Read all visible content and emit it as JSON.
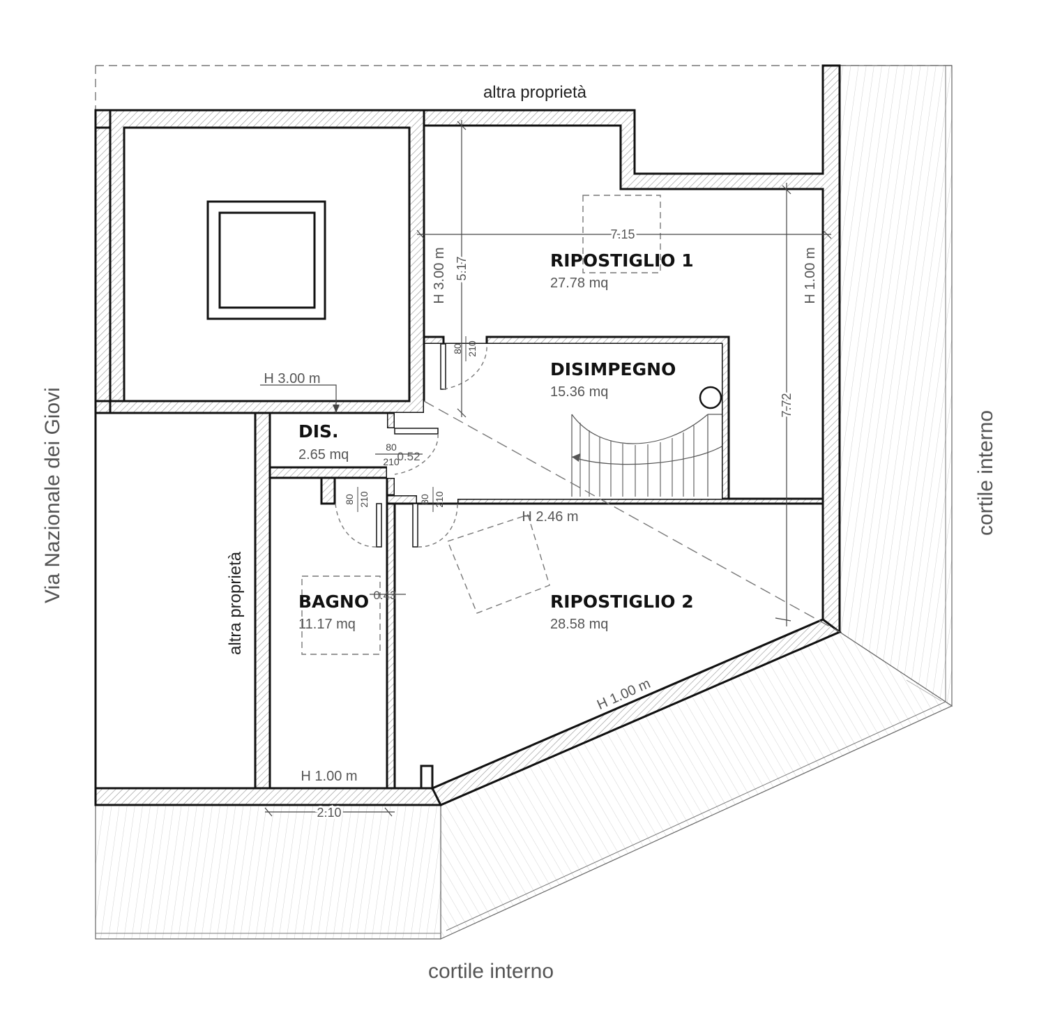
{
  "labels": {
    "top_neighbor": "altra proprietà",
    "left_neighbor": "altra proprietà",
    "street": "Via Nazionale dei Giovi",
    "courtyard_right": "cortile interno",
    "courtyard_bottom": "cortile interno"
  },
  "rooms": {
    "ripostiglio1": {
      "name": "RIPOSTIGLIO 1",
      "area": "27.78 mq"
    },
    "disimpegno": {
      "name": "DISIMPEGNO",
      "area": "15.36 mq"
    },
    "dis": {
      "name": "DIS.",
      "area": "2.65 mq"
    },
    "bagno": {
      "name": "BAGNO",
      "area": "11.17 mq"
    },
    "ripostiglio2": {
      "name": "RIPOSTIGLIO 2",
      "area": "28.58 mq"
    }
  },
  "heights": {
    "rip1_left": "H 3.00 m",
    "rip1_right": "H 1.00 m",
    "shaft": "H 3.00 m",
    "rip2_top": "H 2.46 m",
    "rip2_diagonal": "H 1.00 m",
    "bagno_bottom": "H 1.00 m"
  },
  "dimensions": {
    "rip1_width": "7.15",
    "rip1_depth": "5.17",
    "right_depth": "7.72",
    "bottom_width": "2.10",
    "dis_offset": "0.52",
    "bagno_offset": "0.43"
  },
  "doors": {
    "d1": {
      "width": "80",
      "height": "210"
    },
    "d2": {
      "width": "80",
      "height": "210"
    },
    "d3": {
      "width": "80",
      "height": "210"
    },
    "d4": {
      "width": "80",
      "height": "210"
    }
  }
}
